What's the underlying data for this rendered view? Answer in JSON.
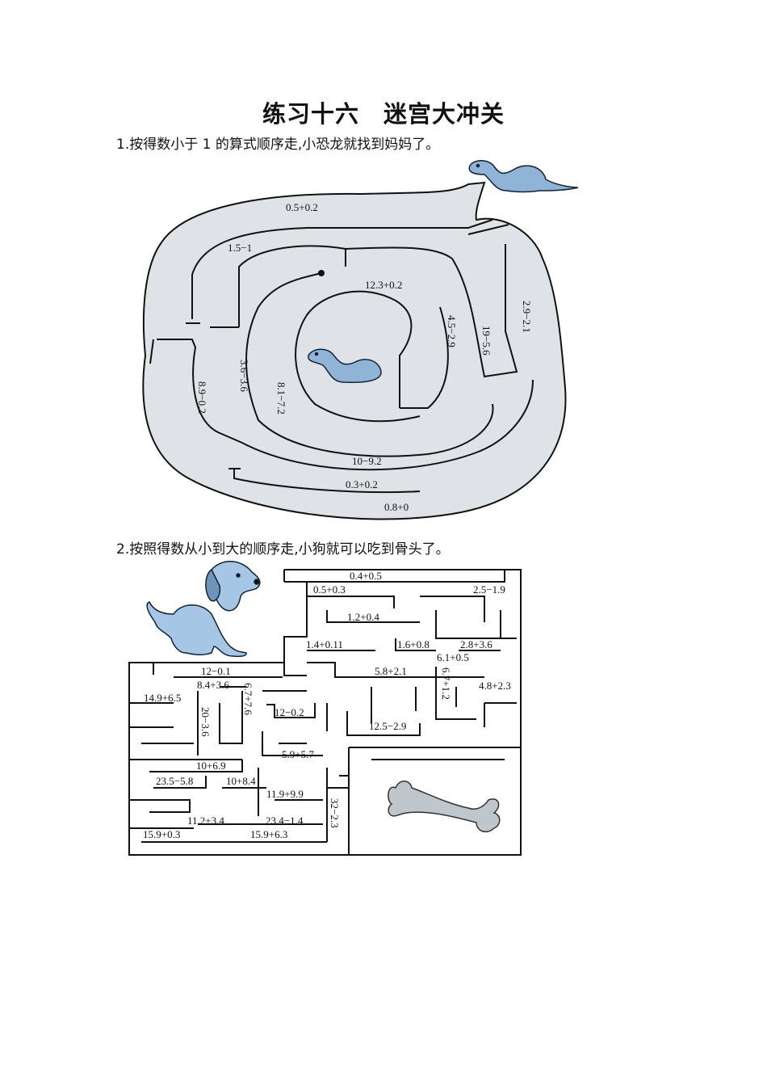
{
  "title": "练习十六　迷宫大冲关",
  "q1": {
    "text": "1.按得数小于 1 的算式顺序走,小恐龙就找到妈妈了。",
    "labels": [
      "0.5+0.2",
      "1.5−1",
      "12.3+0.2",
      "2.9−2.1",
      "19−5.6",
      "4.5−2.9",
      "3.6−3.6",
      "8.1−7.2",
      "8.9−0.2",
      "10−9.2",
      "0.3+0.2",
      "0.8+0"
    ]
  },
  "q2": {
    "text": "2.按照得数从小到大的顺序走,小狗就可以吃到骨头了。",
    "labels": [
      "0.4+0.5",
      "0.5+0.3",
      "2.5−1.9",
      "1.2+0.4",
      "1.4+0.11",
      "1.6+0.8",
      "2.8+3.6",
      "6.1+0.5",
      "5.8+2.1",
      "6.7+1.2",
      "4.8+2.3",
      "12−0.1",
      "8.4+3.6",
      "6.7+7.6",
      "14.9+6.5",
      "20−3.6",
      "12−0.2",
      "12.5−2.9",
      "5.9+5.7",
      "10+6.9",
      "23.5−5.8",
      "10+8.4",
      "11.9+9.9",
      "32−2.3",
      "11.2+3.4",
      "23.4−1.4",
      "15.9+0.3",
      "15.9+6.3"
    ]
  }
}
